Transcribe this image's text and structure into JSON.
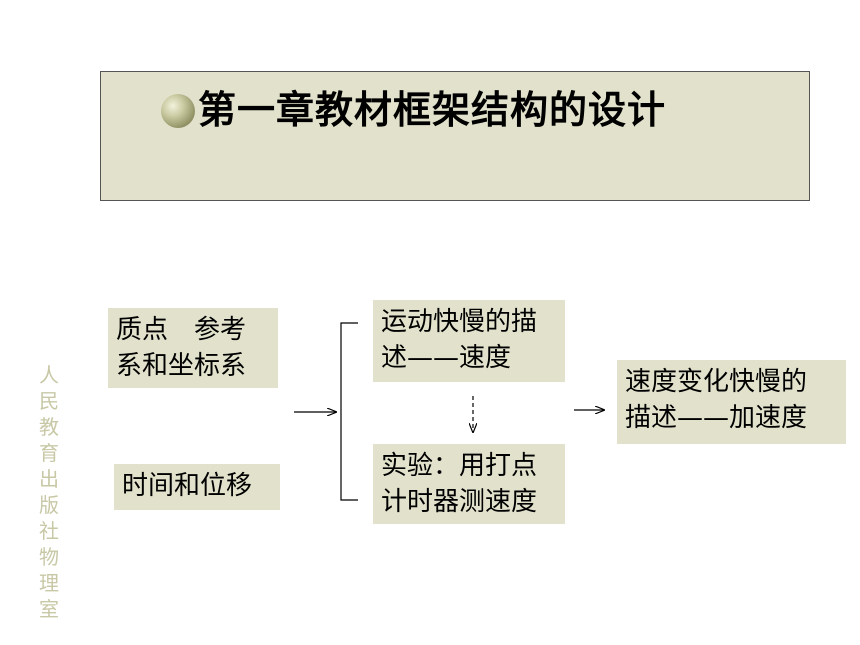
{
  "title": "第一章教材框架结构的设计",
  "nodes": {
    "mass_point_reference": [
      "质点　参考",
      "系和坐标系"
    ],
    "time_displacement": [
      "时间和位移"
    ],
    "speed_description": [
      "运动快慢的描",
      "述——速度"
    ],
    "experiment": [
      "实验：用打点",
      "计时器测速度"
    ],
    "acceleration_description": [
      "速度变化快慢的",
      "描述——加速度"
    ]
  },
  "watermark": "人民教育出版社物理室"
}
